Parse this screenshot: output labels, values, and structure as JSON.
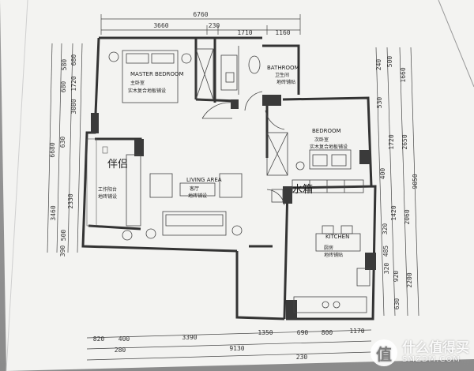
{
  "dimensions": {
    "top_total": "6760",
    "top_segments": [
      "3660",
      "230",
      "1710",
      "1160"
    ],
    "bottom_total": "9130",
    "bottom_segments": [
      "820",
      "400",
      "3390",
      "1350",
      "690",
      "800",
      "1170"
    ],
    "bottom_small": [
      "280",
      "230"
    ],
    "left_total": "6680",
    "left_outer": [
      "3460"
    ],
    "left_small": [
      "580",
      "680",
      "630"
    ],
    "left_inner": [
      "680",
      "1720",
      "3080",
      "2330",
      "500",
      "390"
    ],
    "right_total": "9050",
    "right_outer": [
      "1660",
      "2650",
      "2060",
      "2200"
    ],
    "right_inner": [
      "500",
      "1720",
      "1420",
      "920",
      "630"
    ],
    "right_small": [
      "240",
      "530",
      "400",
      "320",
      "485",
      "320"
    ]
  },
  "rooms": {
    "master_en": "MASTER BEDROOM",
    "master_cn": "主卧室",
    "master_note": "实木复合地板铺设",
    "bath_en": "BATHROOM",
    "bath_cn": "卫生间",
    "bath_note": "地砖铺贴",
    "bed_en": "BEDROOM",
    "bed_cn": "次卧室",
    "bed_note": "实木复合地板铺设",
    "living_en": "LIVING AREA",
    "living_cn": "客厅",
    "living_note": "地砖铺设",
    "balcony_cn": "工作阳台",
    "balcony_note": "地砖铺设",
    "kitchen_en": "KITCHEN",
    "kitchen_cn": "厨房",
    "kitchen_note": "地砖铺贴",
    "hand_1": "伴侣",
    "hand_2": "水箱"
  },
  "watermark": {
    "logo_glyph": "值",
    "text_cn": "什么值得买",
    "text_en": "SMZDM.COM"
  },
  "colors": {
    "paper": "#f4f4f2",
    "ink": "#2a2a2a",
    "wall": "#3a3a3a"
  }
}
